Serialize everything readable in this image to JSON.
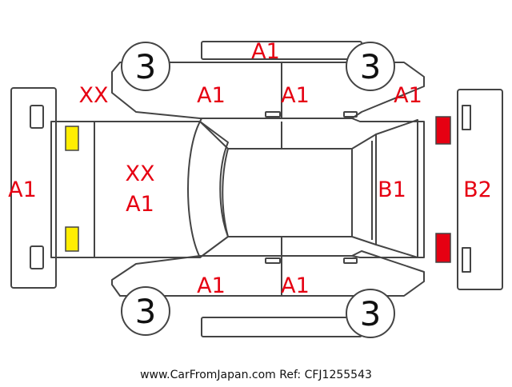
{
  "labels": {
    "roof": "A1",
    "front_left_corner": "XX",
    "front_left_door": "A1",
    "rear_left_door": "A1",
    "rear_left_corner": "A1",
    "front_bumper": "A1",
    "hood_line1": "XX",
    "hood_line2": "A1",
    "tailgate": "B1",
    "rear_bumper": "B2",
    "front_right_door": "A1",
    "rear_right_door": "A1"
  },
  "wheels": {
    "top_left": "3",
    "top_right": "3",
    "bottom_left": "3",
    "bottom_right": "3"
  },
  "footer": "www.CarFromJapan.com Ref: CFJ1255543",
  "colors": {
    "damage_text": "#e60012",
    "outline": "#444444",
    "headlight_fill": "#ffee00",
    "taillight_fill": "#e60012"
  }
}
